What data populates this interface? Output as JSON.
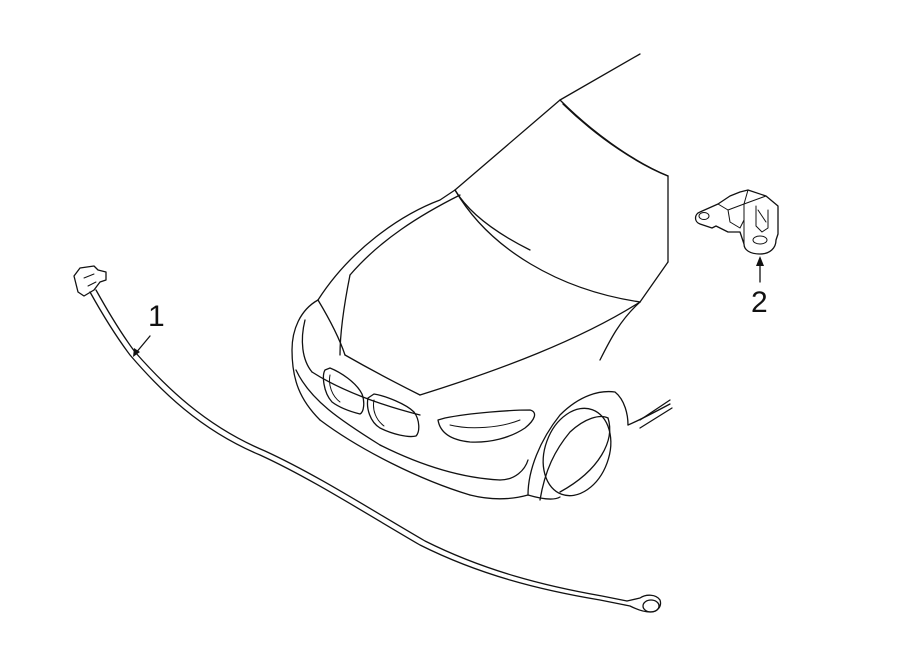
{
  "callouts": [
    {
      "id": "1",
      "label": "1"
    },
    {
      "id": "2",
      "label": "2"
    }
  ],
  "icons": {
    "vehicle": "car-front-outline-icon",
    "part1": "cable-wire-icon",
    "part2": "sensor-bracket-icon"
  },
  "colors": {
    "line": "#111111",
    "background": "#ffffff"
  }
}
